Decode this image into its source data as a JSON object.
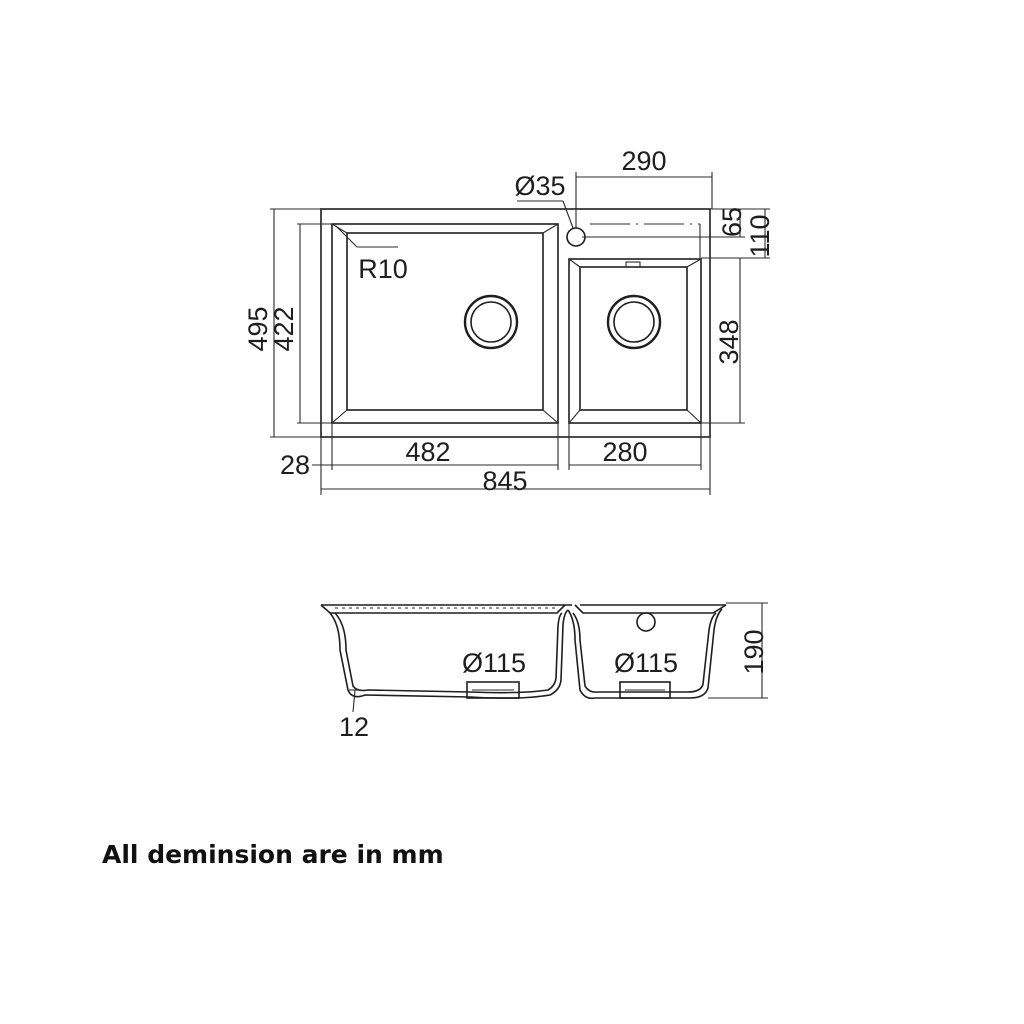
{
  "top_view": {
    "dimensions": {
      "overall_width": "845",
      "overall_depth": "495",
      "inner_depth": "422",
      "large_bowl_width": "482",
      "small_bowl_width": "280",
      "small_bowl_depth": "348",
      "right_section_width": "290",
      "edge_offset_left": "28",
      "tap_hole_offset_a": "65",
      "tap_hole_offset_b": "110",
      "tap_hole_diameter": "Ø35",
      "corner_radius": "R10"
    }
  },
  "side_view": {
    "dimensions": {
      "height": "190",
      "drain_large": "Ø115",
      "drain_small": "Ø115",
      "wall_thickness": "12"
    }
  },
  "note": "All deminsion are in mm"
}
